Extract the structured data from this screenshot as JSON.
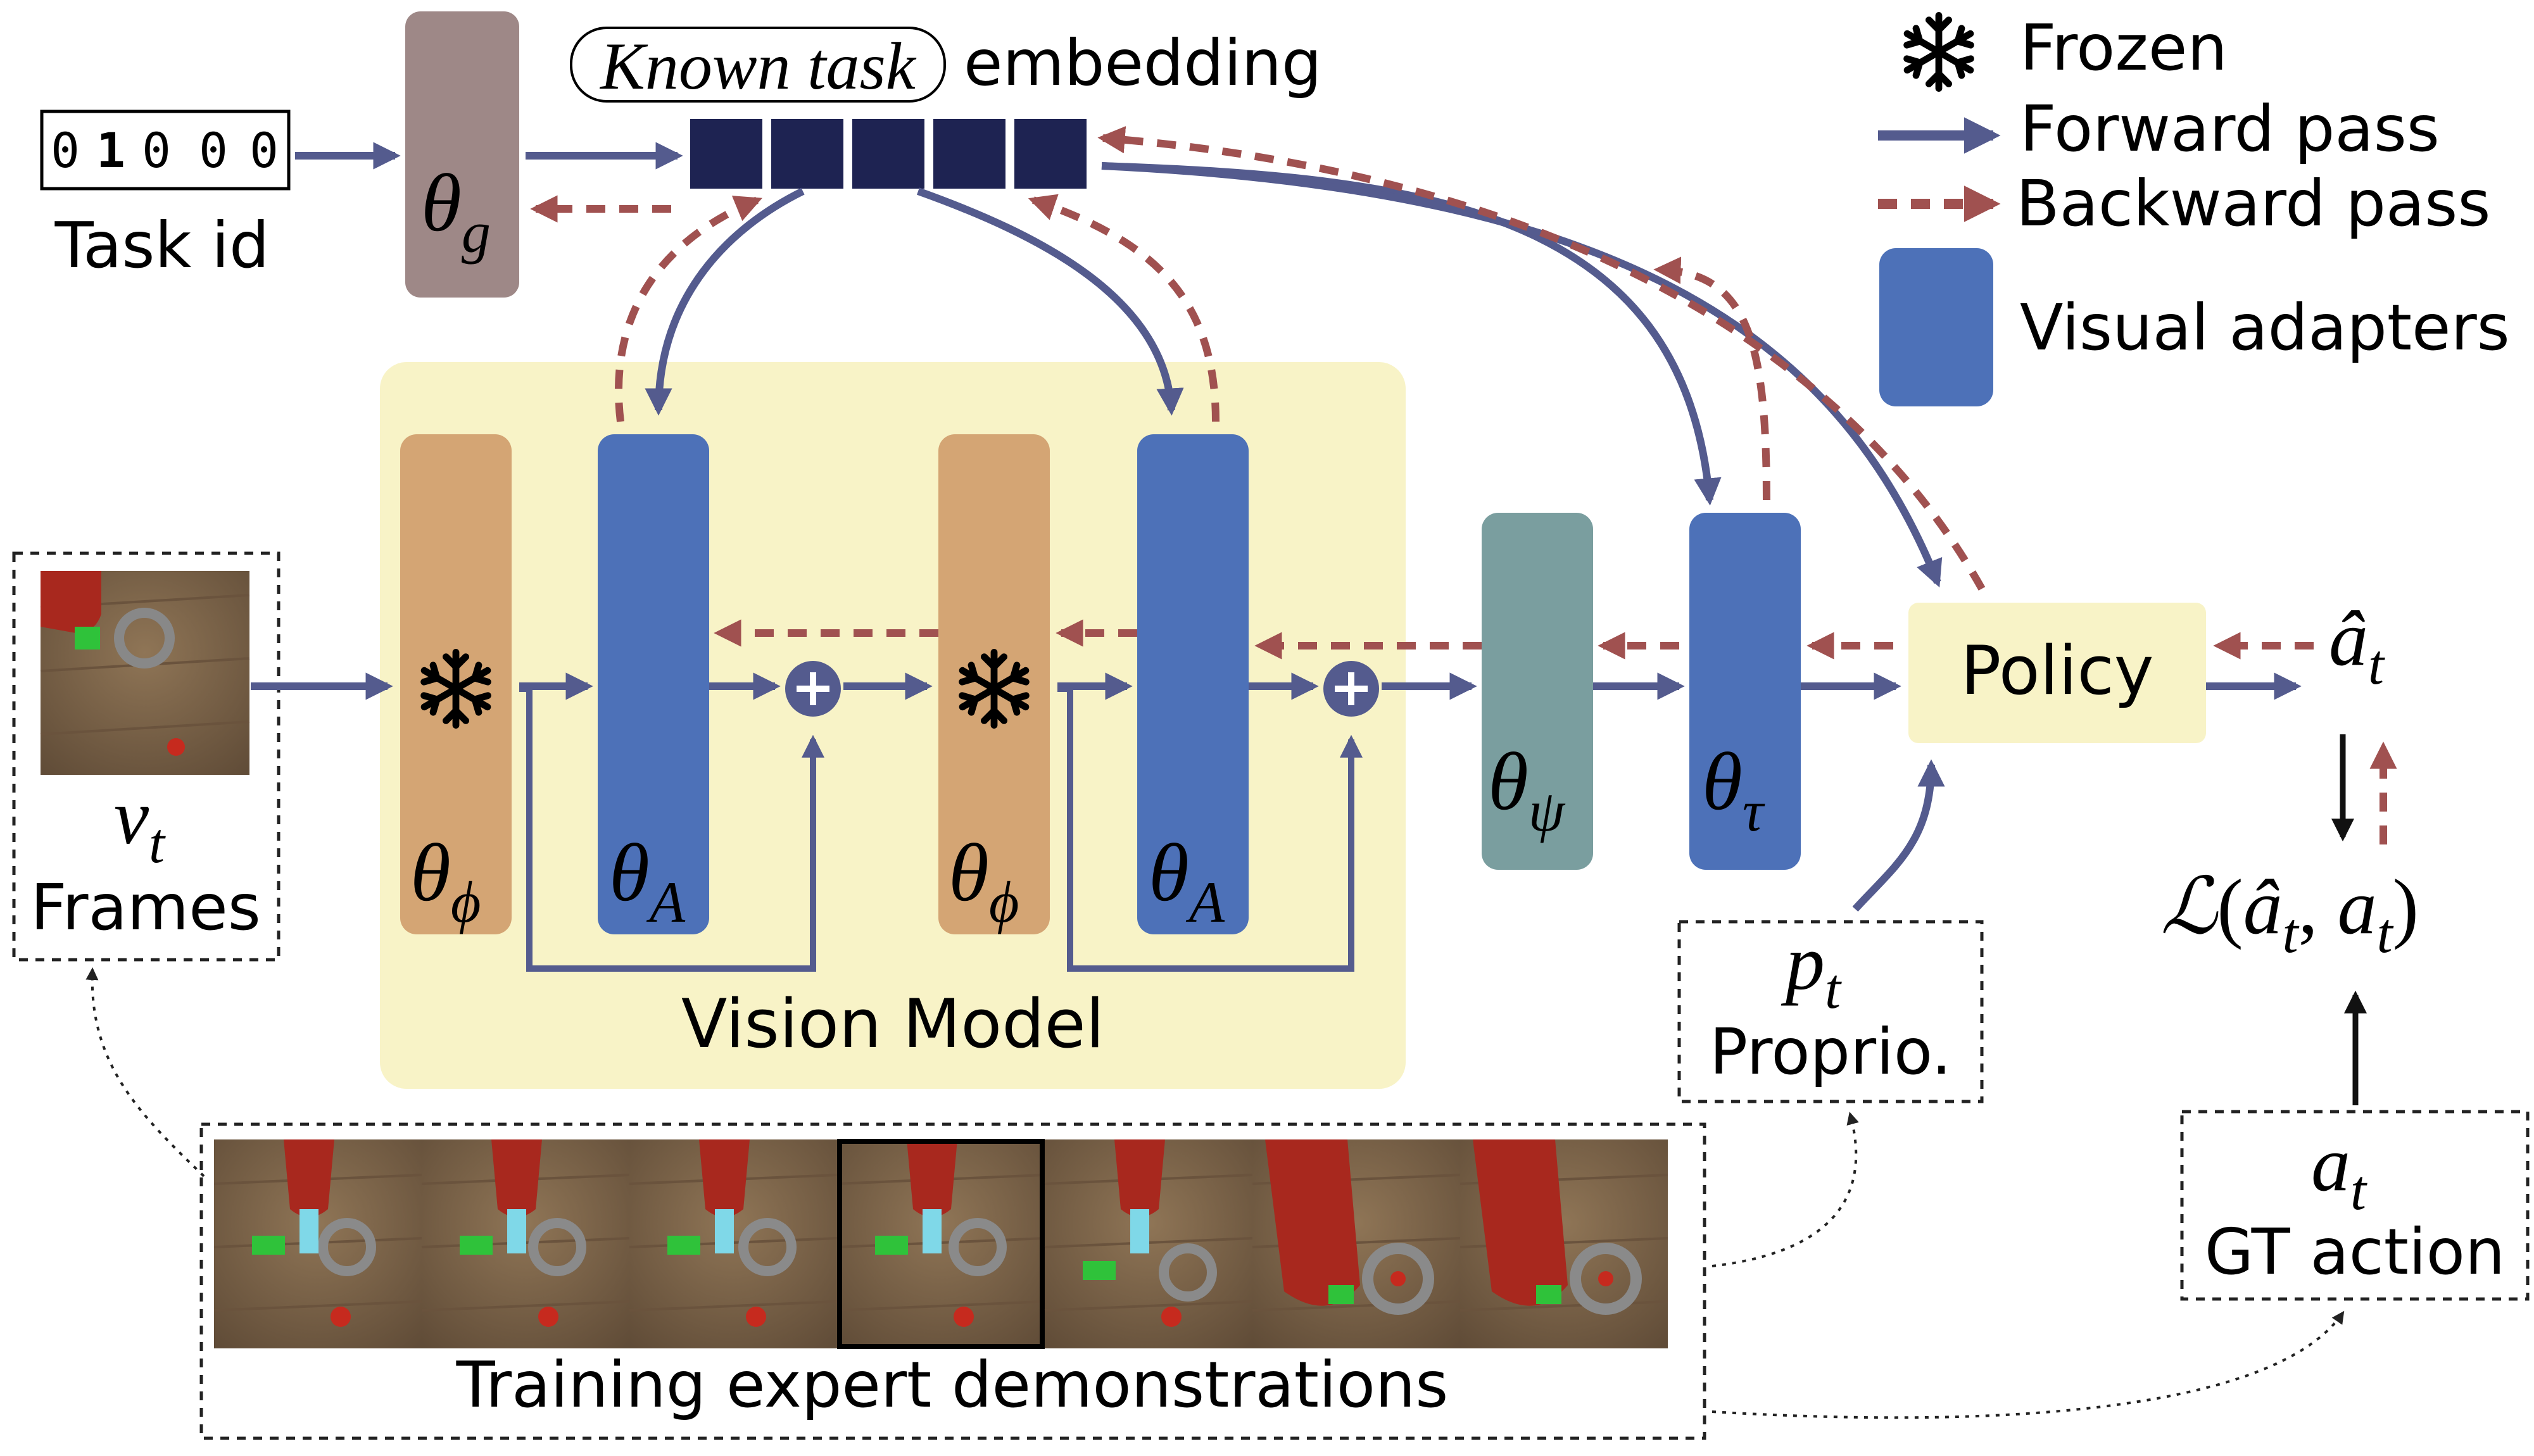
{
  "task": {
    "bits": [
      "0",
      "1",
      "0",
      "0",
      "0"
    ],
    "label": "Task id"
  },
  "embedding": {
    "boxed": "Known task",
    "suffix": "embedding"
  },
  "legend": {
    "frozen": "Frozen",
    "forward": "Forward pass",
    "backward": "Backward pass",
    "adapters": "Visual adapters"
  },
  "modules": {
    "theta_g": {
      "base": "θ",
      "sub": "g"
    },
    "theta_phi": {
      "base": "θ",
      "sub": "ϕ"
    },
    "theta_A": {
      "base": "θ",
      "sub": "A"
    },
    "theta_psi": {
      "base": "θ",
      "sub": "ψ"
    },
    "theta_tau": {
      "base": "θ",
      "sub": "τ"
    },
    "policy": "Policy",
    "vision_model": "Vision Model"
  },
  "inputs": {
    "v": {
      "base": "v",
      "sub": "t"
    },
    "frames": "Frames",
    "p": {
      "base": "p",
      "sub": "t"
    },
    "proprio": "Proprio.",
    "a": {
      "base": "a",
      "sub": "t"
    },
    "gt": "GT action"
  },
  "outputs": {
    "a_hat": {
      "base": "â",
      "sub": "t"
    },
    "loss": {
      "script": "ℒ",
      "open": "(",
      "arg1": "â",
      "arg1_sub": "t",
      "comma": ", ",
      "arg2": "a",
      "arg2_sub": "t",
      "close": ")"
    }
  },
  "demos": {
    "caption": "Training expert demonstrations",
    "frame_count": 7,
    "highlighted_index": 3
  },
  "colors": {
    "forward": "#545b8e",
    "backward": "#a05150",
    "adapter": "#4d71b8",
    "frozen_encoder": "#d4a574",
    "theta_g": "#9e8887",
    "theta_psi": "#7a9e9f",
    "embedding_cell": "#1e2352",
    "vision_bg": "#f8f3c7",
    "policy_bg": "#f8f3c7",
    "floor": "#7a6248",
    "robot": "#a8281e"
  },
  "icons": {
    "frozen": "snowflake-icon",
    "sum": "plus-circle-icon"
  }
}
